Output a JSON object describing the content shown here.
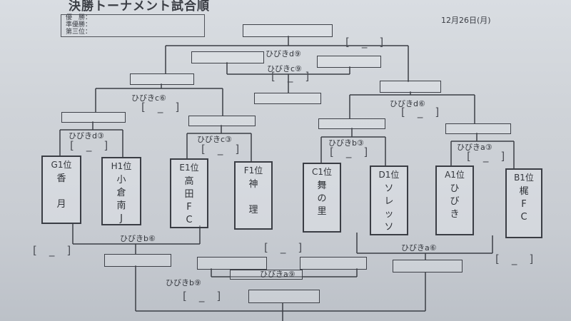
{
  "header": {
    "title": "決勝トーナメント試合順",
    "date": "12月26日(月)"
  },
  "ranking": [
    "優　勝：",
    "準優勝：",
    "第三位："
  ],
  "teams": [
    {
      "label": "G1位",
      "name": "香\n\n月"
    },
    {
      "label": "H1位",
      "name": "小\n倉\n南\nJ"
    },
    {
      "label": "E1位",
      "name": "高\n田\nF\nC"
    },
    {
      "label": "F1位",
      "name": "神\n\n理"
    },
    {
      "label": "C1位",
      "name": "舞\nの\n里"
    },
    {
      "label": "D1位",
      "name": "ソ\nレ\nッ\nソ"
    },
    {
      "label": "A1位",
      "name": "ひ\nび\nき"
    },
    {
      "label": "B1位",
      "name": "梶\nF\nC"
    }
  ],
  "match_labels": {
    "top_left": "ひびきd⑨",
    "top_center": "ひびきc⑨",
    "sf_left": "ひびきc⑥",
    "sf_right": "ひびきd⑥",
    "qf1": "ひびきd③",
    "qf2": "ひびきc③",
    "qf3": "ひびきb③",
    "qf4": "ひびきa③",
    "bottom_left": "ひびきb⑥",
    "bottom_right": "ひびきa⑥",
    "bottom_center": "ひびきa⑨",
    "bottom_lower": "ひびきb⑨"
  },
  "score_bracket": "[　_　]"
}
